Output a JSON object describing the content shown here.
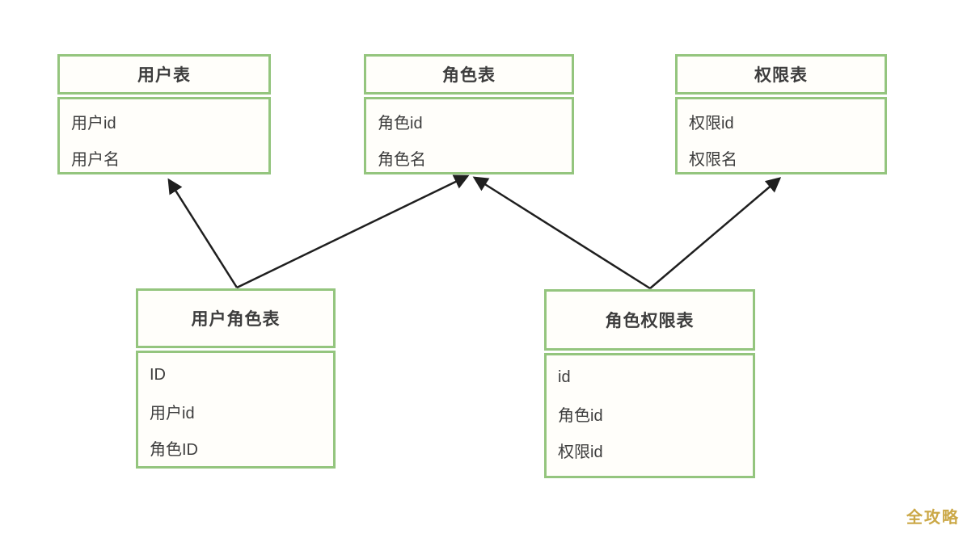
{
  "diagram": {
    "tables": [
      {
        "title": "用户表",
        "fields": [
          "用户id",
          "用户名"
        ]
      },
      {
        "title": "角色表",
        "fields": [
          "角色id",
          "角色名"
        ]
      },
      {
        "title": "权限表",
        "fields": [
          "权限id",
          "权限名"
        ]
      },
      {
        "title": "用户角色表",
        "fields": [
          "ID",
          "用户id",
          "角色ID"
        ]
      },
      {
        "title": "角色权限表",
        "fields": [
          "id",
          "角色id",
          "权限id"
        ]
      }
    ],
    "relationships": [
      {
        "from": "用户角色表",
        "to": "用户表"
      },
      {
        "from": "用户角色表",
        "to": "角色表"
      },
      {
        "from": "角色权限表",
        "to": "角色表"
      },
      {
        "from": "角色权限表",
        "to": "权限表"
      }
    ],
    "colors": {
      "border": "#94c57e",
      "box_background": "#fffefa",
      "text": "#3d3d3d",
      "arrow": "#1f1f1f",
      "watermark": "#c9a43e"
    }
  },
  "watermark": {
    "text": "全攻略"
  }
}
